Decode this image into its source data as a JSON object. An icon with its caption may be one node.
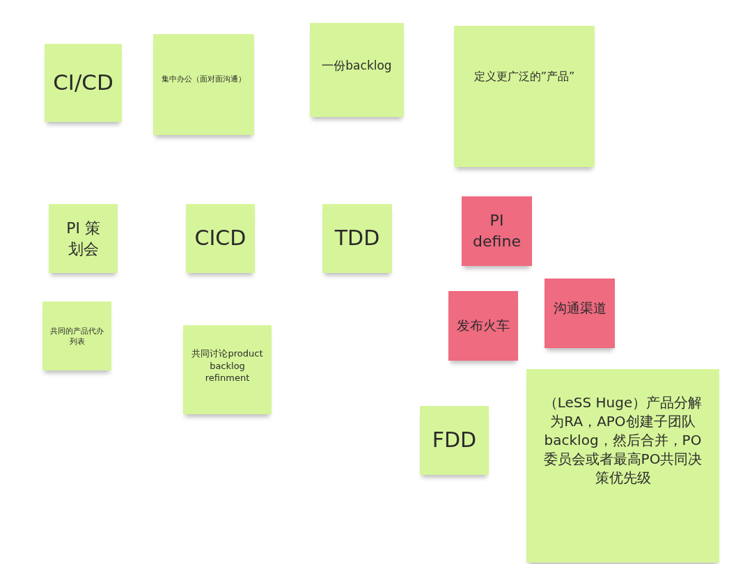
{
  "diagram": {
    "nodes": [
      {
        "text": [
          "CI/CD"
        ]
      },
      {
        "text": [
          "集中办公（面对面沟通）"
        ]
      },
      {
        "text": [
          "一份backlog"
        ]
      },
      {
        "text": [
          "定义更广泛的”产品”"
        ]
      },
      {
        "text": [
          "PI 策划会"
        ]
      },
      {
        "text": [
          "CICD"
        ]
      },
      {
        "text": [
          "TDD"
        ]
      },
      {
        "text": [
          "PI define"
        ]
      },
      {
        "text": [
          "共同的产品代办列表"
        ]
      },
      {
        "text": [
          "发布火车"
        ]
      },
      {
        "text": [
          "沟通渠道"
        ]
      },
      {
        "text": [
          "共同讨论product backlog refinment"
        ]
      },
      {
        "text": [
          "FDD"
        ]
      },
      {
        "text": [
          "（LeSS Huge）产品分解为RA，APO创建子团队backlog，然后合并，PO委员会或者最高PO共同决策优先级"
        ]
      }
    ]
  }
}
